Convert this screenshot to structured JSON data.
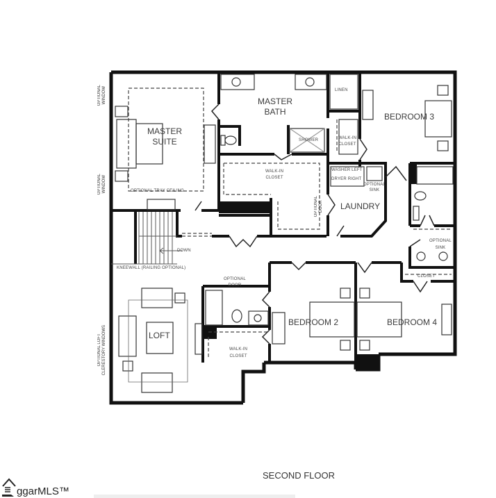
{
  "plan": {
    "title": "SECOND FLOOR",
    "rooms": {
      "master_suite": "MASTER\nSUITE",
      "master_bath": "MASTER\nBATH",
      "bedroom_3": "BEDROOM 3",
      "laundry": "LAUNDRY",
      "loft": "LOFT",
      "bedroom_2": "BEDROOM 2",
      "bedroom_4": "BEDROOM 4"
    },
    "labels": {
      "optional_tray_ceiling": "OPTIONAL TRAY CEILING",
      "linen": "LINEN",
      "shower": "SHOWER",
      "walkin_closet_master": "WALK-IN\nCLOSET",
      "walkin_closet_bed3": "WALK-IN\nCLOSET",
      "walkin_closet_bed2": "WALK-IN\nCLOSET",
      "washer_left": "WASHER LEFT",
      "dryer_right": "DRYER RIGHT",
      "optional_sink_laundry": "OPTIONAL\nSINK",
      "optional_sink_bath": "OPTIONAL\nSINK",
      "optional_door_laundry": "OPTIONAL\nDOOR",
      "optional_door_bath": "OPTIONAL\nDOOR",
      "closet_bed4": "CLOSET",
      "down": "DOWN",
      "kneewall": "KNEEWALL (RAILING OPTIONAL)",
      "optional_window_top": "OPTIONAL\nWINDOW",
      "optional_window_bottom": "OPTIONAL\nWINDOW",
      "optional_loft_windows": "OPTIONAL LOFT\nCLERESTORY WINDOWS"
    }
  },
  "branding": {
    "logo_text": "ggarMLS™"
  }
}
